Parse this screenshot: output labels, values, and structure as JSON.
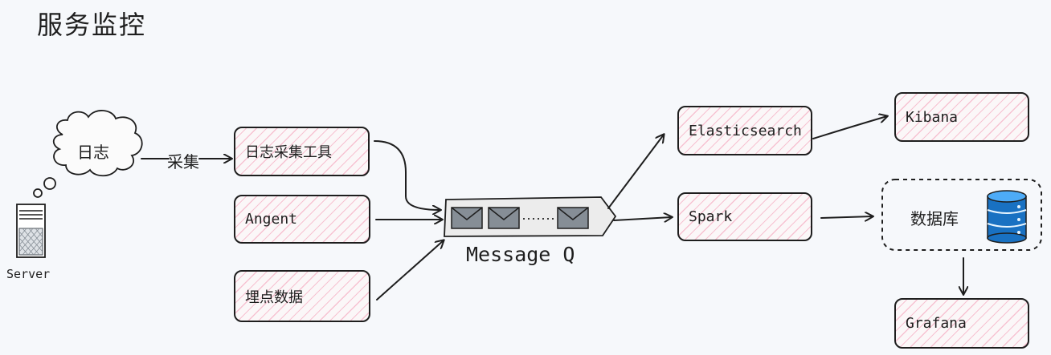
{
  "title": "服务监控",
  "nodes": {
    "log_cloud": "日志",
    "collect_label": "采集",
    "collector_tool": "日志采集工具",
    "agent": "Angent",
    "tracking_data": "埋点数据",
    "message_q": "Message Q",
    "elasticsearch": "Elasticsearch",
    "kibana": "Kibana",
    "spark": "Spark",
    "database": "数据库",
    "grafana": "Grafana",
    "server": "Server"
  },
  "colors": {
    "stroke": "#1e1e1e",
    "hatch": "#f496b2",
    "db_blue": "#1971c2",
    "envelope": "#868e96"
  }
}
